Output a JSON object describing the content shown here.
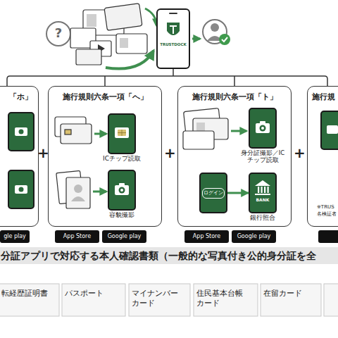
{
  "diagram": {
    "nodes": [
      {
        "text": [
          "TRUSTDOCK"
        ]
      },
      {
        "text": [
          "「ホ」"
        ]
      },
      {
        "text": [
          "施行規則六条一項「へ」"
        ]
      },
      {
        "text": [
          "ICチップ読取"
        ],
        "in": 2
      },
      {
        "text": [
          "容貌撮影"
        ],
        "in": 2
      },
      {
        "text": [
          "施行規則六条一項「ト」"
        ]
      },
      {
        "text": [
          "身分証撮影／ICチップ読取"
        ],
        "in": 5
      },
      {
        "text": [
          "ログイン"
        ],
        "in": 5
      },
      {
        "text": [
          "BANK",
          "銀行照合"
        ],
        "in": 5
      },
      {
        "text": [
          "施行規"
        ]
      },
      {
        "text": [
          "分証アプリで対応する本人確認書類（一般的な写真付き公的身分証を全"
        ]
      }
    ],
    "edges": [
      {
        "from": 7,
        "to": 8,
        "arrow": "to"
      }
    ],
    "labels": [
      "?",
      "+",
      "+",
      "+",
      "gle play",
      "App Store",
      "Google play",
      "App Store",
      "Google play",
      "※TRUS",
      "名検証者",
      "転経歴証明書",
      "パスポート",
      "マイナンバーカード",
      "住民基本台帳カード",
      "在留カード"
    ]
  }
}
